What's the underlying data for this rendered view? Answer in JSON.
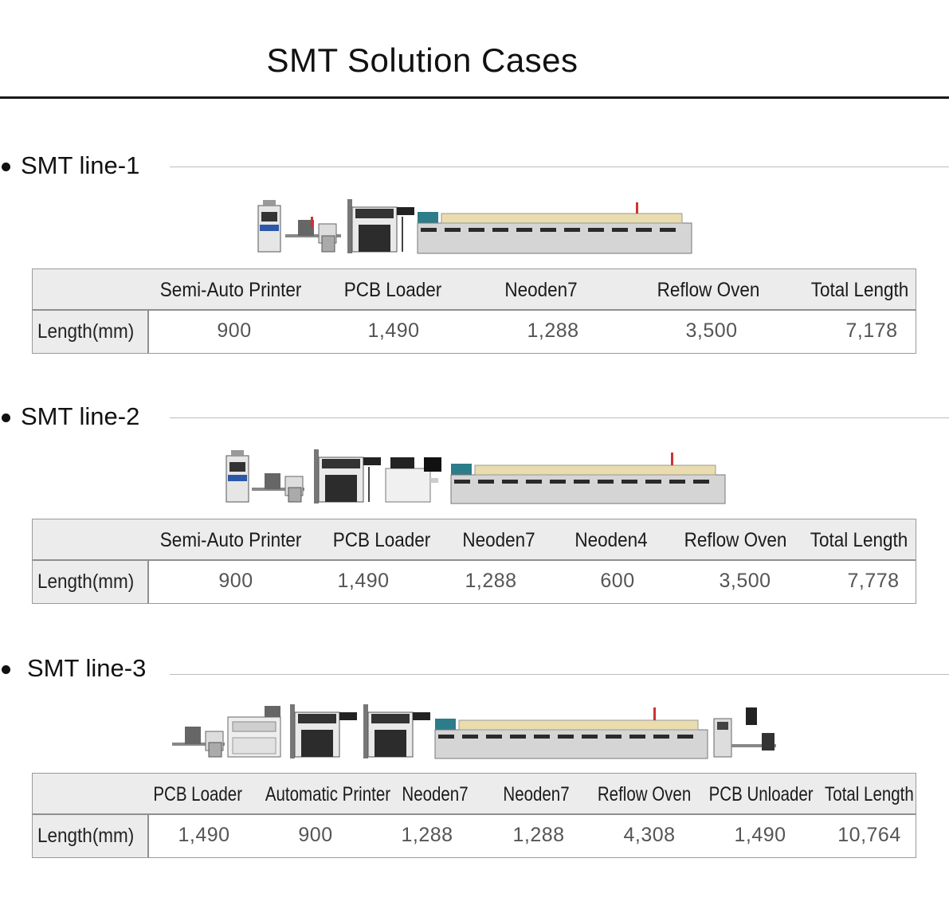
{
  "page": {
    "title": "SMT Solution Cases"
  },
  "lines": [
    {
      "title": "SMT line-1",
      "row_label": "Length(mm)",
      "columns": [
        {
          "name": "Semi-Auto Printer",
          "value": "900"
        },
        {
          "name": "PCB Loader",
          "value": "1,490"
        },
        {
          "name": "Neoden7",
          "value": "1,288"
        },
        {
          "name": "Reflow Oven",
          "value": "3,500"
        },
        {
          "name": "Total Length",
          "value": "7,178"
        }
      ]
    },
    {
      "title": "SMT line-2",
      "row_label": "Length(mm)",
      "columns": [
        {
          "name": "Semi-Auto Printer",
          "value": "900"
        },
        {
          "name": "PCB Loader",
          "value": "1,490"
        },
        {
          "name": "Neoden7",
          "value": "1,288"
        },
        {
          "name": "Neoden4",
          "value": "600"
        },
        {
          "name": "Reflow Oven",
          "value": "3,500"
        },
        {
          "name": "Total Length",
          "value": "7,778"
        }
      ]
    },
    {
      "title": "SMT line-3",
      "row_label": "Length(mm)",
      "columns": [
        {
          "name": "PCB Loader",
          "value": "1,490"
        },
        {
          "name": "Automatic Printer",
          "value": "900"
        },
        {
          "name": "Neoden7",
          "value": "1,288"
        },
        {
          "name": "Neoden7",
          "value": "1,288"
        },
        {
          "name": "Reflow Oven",
          "value": "4,308"
        },
        {
          "name": "PCB Unloader",
          "value": "1,490"
        },
        {
          "name": "Total Length",
          "value": "10,764"
        }
      ]
    }
  ],
  "colors": {
    "machine_body": "#d9d9d9",
    "machine_dark": "#3a3a3a",
    "oven_top": "#e9dcae",
    "rule": "#1a1a1a"
  }
}
